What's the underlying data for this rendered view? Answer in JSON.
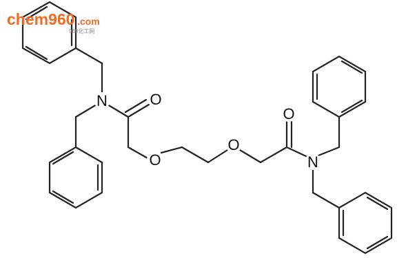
{
  "watermark": {
    "brand": "chem960",
    "domain_text": "960化工网",
    "suffix": ".com",
    "brand_color": "#f06a20"
  },
  "molecule": {
    "atoms": {
      "N1": "N",
      "N2": "N",
      "O1": "O",
      "O2": "O",
      "O3": "O",
      "O4": "O"
    }
  }
}
